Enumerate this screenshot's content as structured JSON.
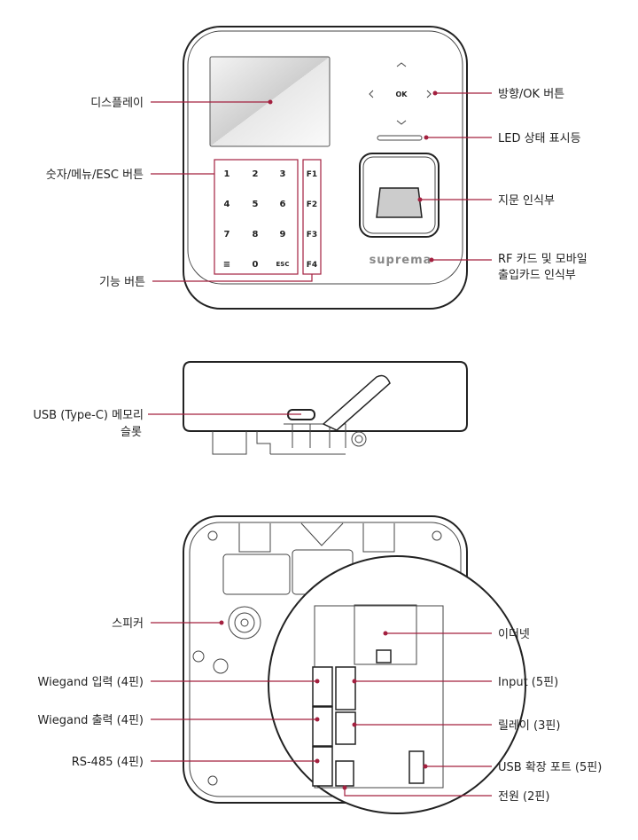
{
  "accent_color": "#a3203f",
  "front": {
    "brand": "suprema",
    "nav": {
      "up": "^",
      "left": "<",
      "ok": "OK",
      "right": ">",
      "down": "v"
    },
    "keys": [
      "1",
      "2",
      "3",
      "4",
      "5",
      "6",
      "7",
      "8",
      "9",
      "≡",
      "0",
      "ESC"
    ],
    "fkeys": [
      "F1",
      "F2",
      "F3",
      "F4"
    ],
    "labels": {
      "display": "디스플레이",
      "keypad": "숫자/메뉴/ESC 버튼",
      "function": "기능 버튼",
      "nav": "방향/OK 버튼",
      "led": "LED 상태 표시등",
      "fingerprint": "지문 인식부",
      "rf_line1": "RF 카드 및 모바일",
      "rf_line2": "출입카드 인식부"
    }
  },
  "side": {
    "labels": {
      "usb_line1": "USB (Type-C) 메모리",
      "usb_line2": "슬롯"
    }
  },
  "back": {
    "labels": {
      "speaker": "스피커",
      "wiegand_in": "Wiegand 입력 (4핀)",
      "wiegand_out": "Wiegand 출력 (4핀)",
      "rs485": "RS-485 (4핀)",
      "ethernet": "이더넷",
      "input": "Input (5핀)",
      "relay": "릴레이 (3핀)",
      "usb_ext": "USB 확장 포트 (5핀)",
      "power": "전원 (2핀)"
    }
  }
}
